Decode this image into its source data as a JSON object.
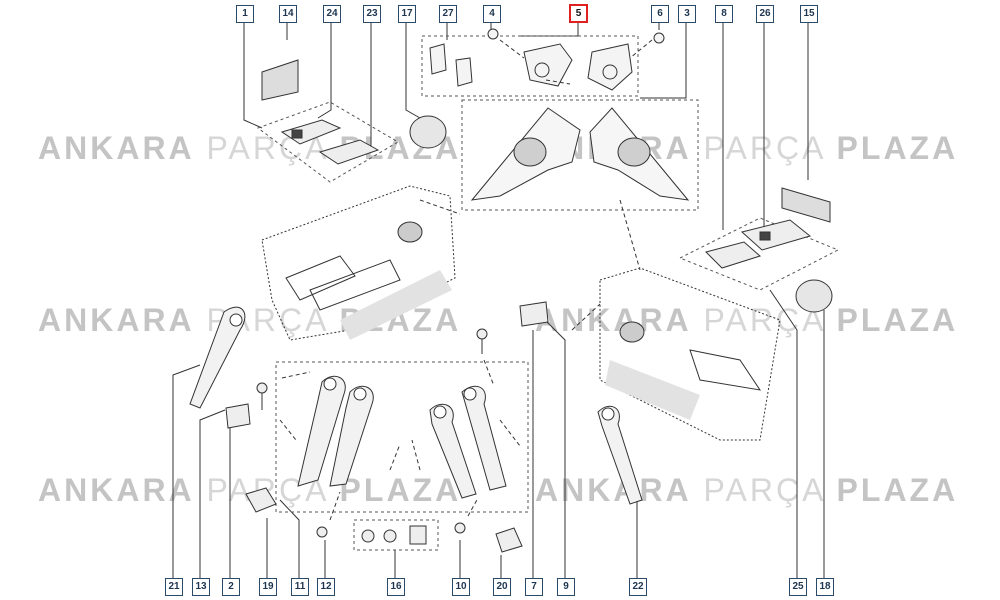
{
  "watermark": {
    "brand_bold_left": "ANKARA",
    "brand_light": "PARÇA",
    "brand_bold_right": "PLAZA"
  },
  "callouts": {
    "top": [
      "1",
      "14",
      "24",
      "23",
      "17",
      "27",
      "4",
      "5",
      "6",
      "3",
      "8",
      "26",
      "15"
    ],
    "bottom": [
      "21",
      "13",
      "2",
      "19",
      "11",
      "12",
      "16",
      "10",
      "20",
      "7",
      "9",
      "22",
      "25",
      "18"
    ],
    "highlighted": "5"
  },
  "colors": {
    "line": "#333333",
    "callout_border": "#2a4a6a",
    "highlight": "#e02020",
    "watermark": "#cfcfcf"
  }
}
